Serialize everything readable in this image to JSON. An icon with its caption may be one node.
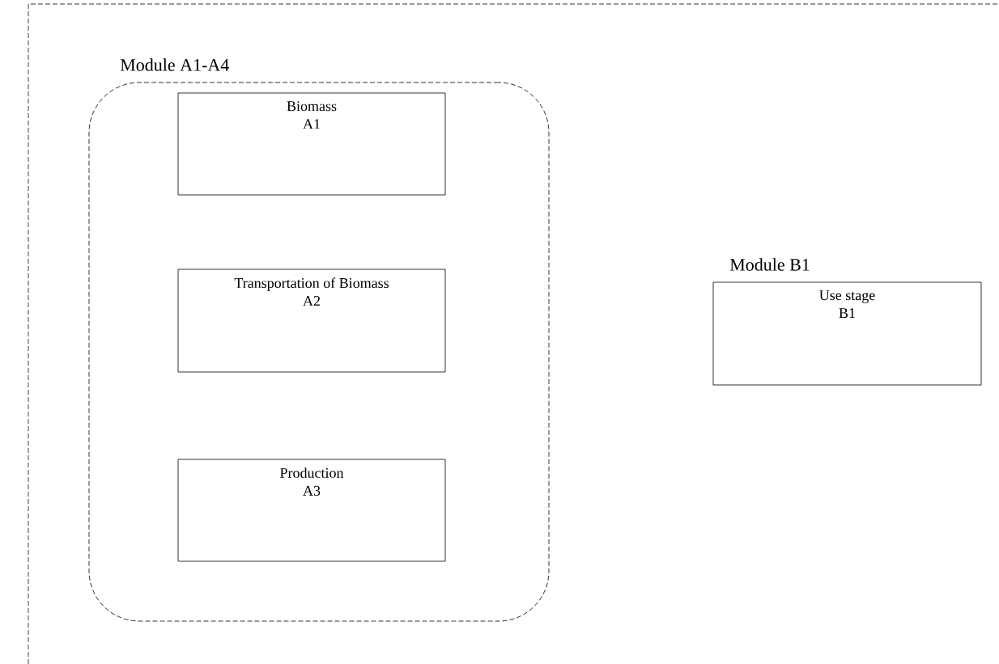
{
  "diagram": {
    "nodes": [
      {
        "text": [
          "Module A1-A4"
        ]
      },
      {
        "text": [
          "Biomass",
          "A1"
        ],
        "in": 0
      },
      {
        "text": [
          "Transportation of Biomass",
          "A2"
        ],
        "in": 0
      },
      {
        "text": [
          "Production",
          "A3"
        ],
        "in": 0
      },
      {
        "text": [
          "Use stage",
          "B1"
        ],
        "beside": [
          "Module B1"
        ]
      }
    ]
  }
}
